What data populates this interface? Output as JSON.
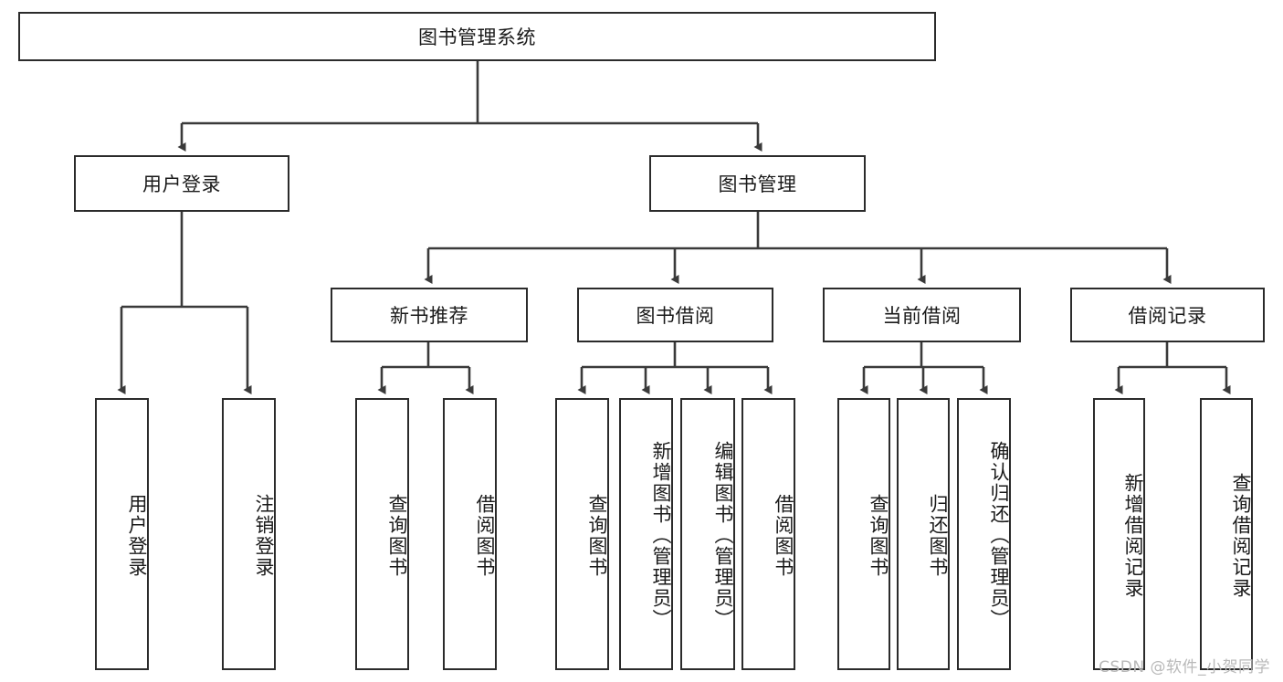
{
  "diagram": {
    "title": "图书管理系统",
    "type": "tree-hierarchy-diagram",
    "colors": {
      "box_border": "#2b2b2b",
      "box_fill": "#ffffff",
      "connector": "#3a3a3a",
      "text": "#1a1a1a",
      "watermark": "#b9b9b9",
      "background": "#ffffff"
    },
    "root": {
      "label": "图书管理系统"
    },
    "level2": [
      {
        "label": "用户登录"
      },
      {
        "label": "图书管理"
      }
    ],
    "level3": [
      {
        "label": "新书推荐"
      },
      {
        "label": "图书借阅"
      },
      {
        "label": "当前借阅"
      },
      {
        "label": "借阅记录"
      }
    ],
    "leaves": {
      "user_login": [
        {
          "label": "用户登录"
        },
        {
          "label": "注销登录"
        }
      ],
      "new_book_recommend": [
        {
          "label": "查询图书"
        },
        {
          "label": "借阅图书"
        }
      ],
      "book_borrow": [
        {
          "label": "查询图书"
        },
        {
          "label": "新增图书（管理员）"
        },
        {
          "label": "编辑图书（管理员）"
        },
        {
          "label": "借阅图书"
        }
      ],
      "current_borrow": [
        {
          "label": "查询图书"
        },
        {
          "label": "归还图书"
        },
        {
          "label": "确认归还（管理员）"
        }
      ],
      "borrow_record": [
        {
          "label": "新增借阅记录"
        },
        {
          "label": "查询借阅记录"
        }
      ]
    }
  },
  "watermark": {
    "text": "CSDN @软件_小贺同学"
  }
}
